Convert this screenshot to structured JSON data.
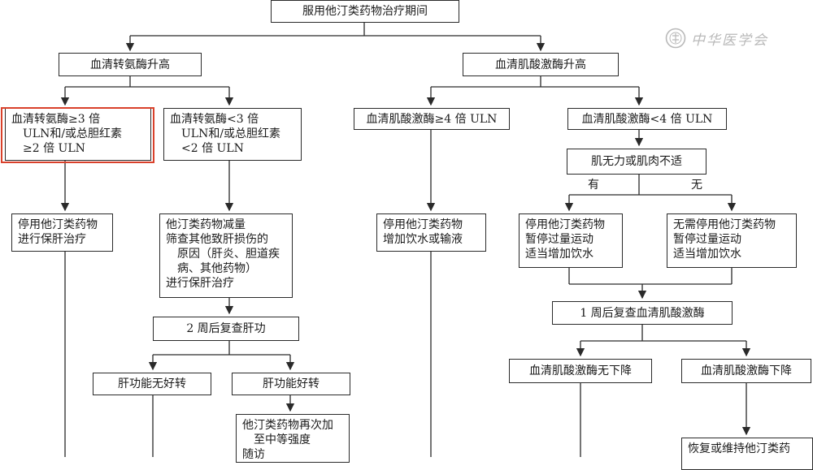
{
  "top": "服用他汀类药物治疗期间",
  "watermark": "中华医学会",
  "left": {
    "header": "血清转氨酶升高",
    "high": [
      "血清转氨酶≥3 倍",
      "ULN和/或总胆红素",
      "≥2 倍 ULN"
    ],
    "low": [
      "血清转氨酶<3 倍",
      "ULN和/或总胆红素",
      "<2 倍 ULN"
    ],
    "stop": [
      "停用他汀类药物",
      "进行保肝治疗"
    ],
    "reduce": [
      "他汀类药物减量",
      "筛查其他致肝损伤的",
      "原因（肝炎、胆道疾",
      "病、其他药物）",
      "进行保肝治疗"
    ],
    "recheck": "2 周后复查肝功",
    "no_improve": "肝功能无好转",
    "improve": "肝功能好转",
    "readd": [
      "他汀类药物再次加",
      "至中等强度",
      "随访"
    ]
  },
  "right": {
    "header": "血清肌酸激酶升高",
    "high": "血清肌酸激酶≥4 倍 ULN",
    "low": "血清肌酸激酶<4 倍 ULN",
    "high_action": [
      "停用他汀类药物",
      "增加饮水或输液"
    ],
    "symptom": "肌无力或肌肉不适",
    "yes": "有",
    "no": "无",
    "yes_action": [
      "停用他汀类药物",
      "暂停过量运动",
      "适当增加饮水"
    ],
    "no_action": [
      "无需停用他汀类药物",
      "暂停过量运动",
      "适当增加饮水"
    ],
    "recheck": "1 周后复查血清肌酸激酶",
    "no_drop": "血清肌酸激酶无下降",
    "drop": "血清肌酸激酶下降",
    "resume": "恢复或维持他汀类药"
  }
}
